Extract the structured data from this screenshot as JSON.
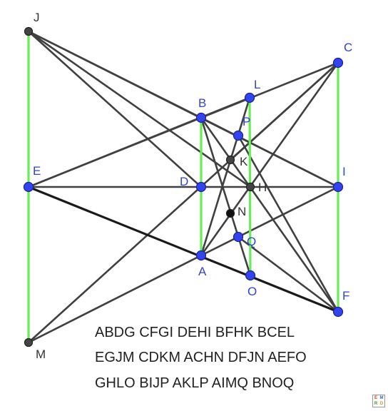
{
  "colors": {
    "segment": "#404040",
    "heavy_segment": "#1a1a1a",
    "green_segment": "#66ee55",
    "blue_point": "#3344ee",
    "dark_point": "#444444",
    "blue_label": "#3344cc",
    "dark_label": "#333333"
  },
  "points": {
    "J": {
      "label": "J"
    },
    "C": {
      "label": "C"
    },
    "L": {
      "label": "L"
    },
    "B": {
      "label": "B"
    },
    "P": {
      "label": "P"
    },
    "K": {
      "label": "K"
    },
    "E": {
      "label": "E"
    },
    "D": {
      "label": "D"
    },
    "H": {
      "label": "H"
    },
    "I": {
      "label": "I"
    },
    "N": {
      "label": "N"
    },
    "Q": {
      "label": "Q"
    },
    "A": {
      "label": "A"
    },
    "O": {
      "label": "O"
    },
    "F": {
      "label": "F"
    },
    "M": {
      "label": "M"
    }
  },
  "caption": {
    "lines": [
      "ABDG CFGI DEHI BFHK BCEL",
      "EGJM CDKM ACHN DFJN AEFO",
      "GHLO BIJP AKLP AIMQ BNOQ"
    ]
  },
  "badge": {
    "icon": "app-logo-icon",
    "letters": [
      "E",
      "M",
      "R",
      "D"
    ]
  }
}
